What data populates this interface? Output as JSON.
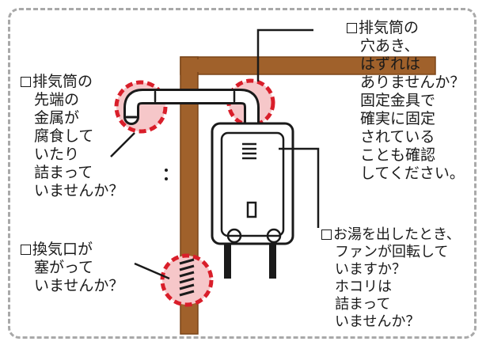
{
  "notes": {
    "tip": {
      "lines": [
        "排気筒の",
        "先端の",
        "金属が",
        "腐食して",
        "いたり",
        "詰まって",
        "いませんか？"
      ]
    },
    "hole": {
      "lines": [
        "排気筒の",
        "穴あき、",
        "はずれは",
        "ありませんか？",
        "固定金具で",
        "確実に固定",
        "されている",
        "ことも確認",
        "してください。"
      ]
    },
    "vent": {
      "lines": [
        "換気口が",
        "塞がって",
        "いませんか？"
      ]
    },
    "fan": {
      "lines": [
        "お湯を出したとき、",
        "ファンが回転して",
        "いますか？",
        "ホコリは",
        "詰まって",
        "いませんか？"
      ]
    }
  },
  "colors": {
    "pipe_wall": "#a0612b",
    "pipe_wall_edge": "#7a4519",
    "highlight_ring": "#d91e2a",
    "highlight_fill": "#f6c7c9",
    "frame_dash": "#a9a9a9",
    "ink": "#1a1a1a"
  },
  "icons": {
    "checkbox": "checkbox-icon",
    "heater": "water-heater-icon",
    "exhaust_pipe": "exhaust-pipe-icon",
    "vent_grille": "vent-grille-icon"
  }
}
